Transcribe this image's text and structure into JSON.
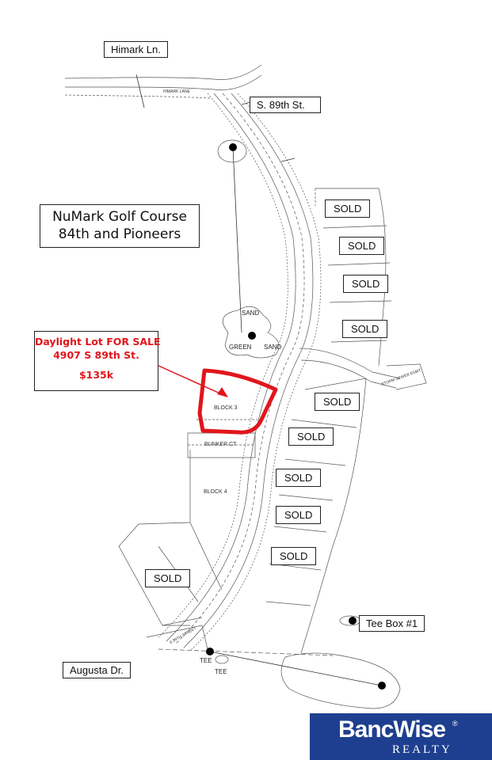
{
  "title": {
    "line1": "NuMark Golf Course",
    "line2": "84th and Pioneers"
  },
  "sale": {
    "line1": "Daylight Lot FOR SALE",
    "line2": "4907 S 89th St.",
    "price": "$135k",
    "accent_color": "#e0161c"
  },
  "streets": {
    "himark": "Himark Ln.",
    "s89": "S. 89th St.",
    "augusta": "Augusta Dr.",
    "tee_box": "Tee Box #1"
  },
  "sold_label": "SOLD",
  "plat_labels": {
    "block3": "BLOCK 3",
    "block4": "BLOCK 4",
    "bunker_ct": "BUNKER CT",
    "himark_lane": "HIMARK LANE",
    "s89_street": "S 89TH STREET",
    "easement": "STORM SEWER ESMT"
  },
  "map_labels": {
    "sand1": "SAND",
    "sand2": "SAND",
    "green": "GREEN",
    "tee1": "TEE",
    "tee2": "TEE"
  },
  "logo": {
    "word": "BancWise",
    "reg": "®",
    "sub": "REALTY",
    "color": "#1e3f8f"
  }
}
